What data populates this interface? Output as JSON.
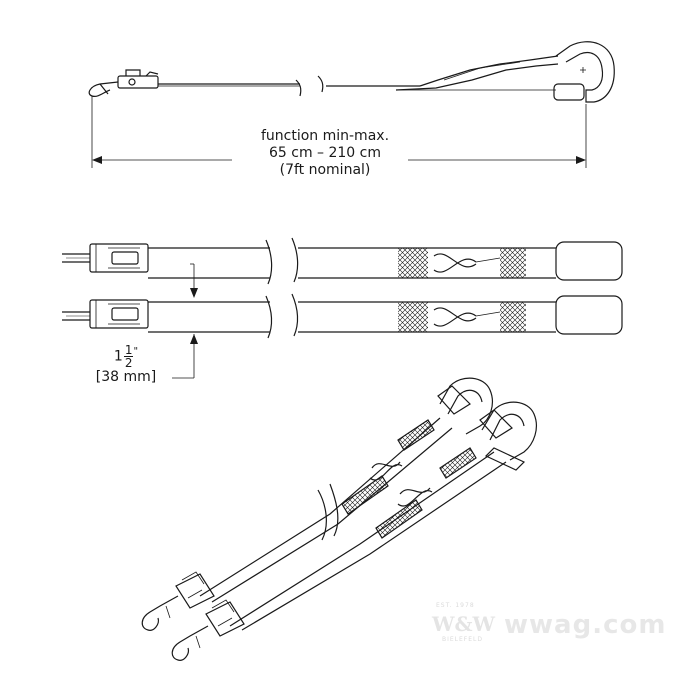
{
  "dimension": {
    "line1": "function min-max.",
    "line2": "65 cm – 210 cm",
    "line3": "(7ft nominal)"
  },
  "strap_width": {
    "whole": "1",
    "numerator": "1",
    "denominator": "2",
    "unit_mark": "\"",
    "metric": "[38 mm]"
  },
  "watermark": {
    "estd": "EST. 1978",
    "logo": "W&W",
    "site": "wwag.com",
    "city": "BIELEFELD"
  },
  "colors": {
    "line": "#1a1a1a",
    "watermark": "#cfcfcf"
  }
}
